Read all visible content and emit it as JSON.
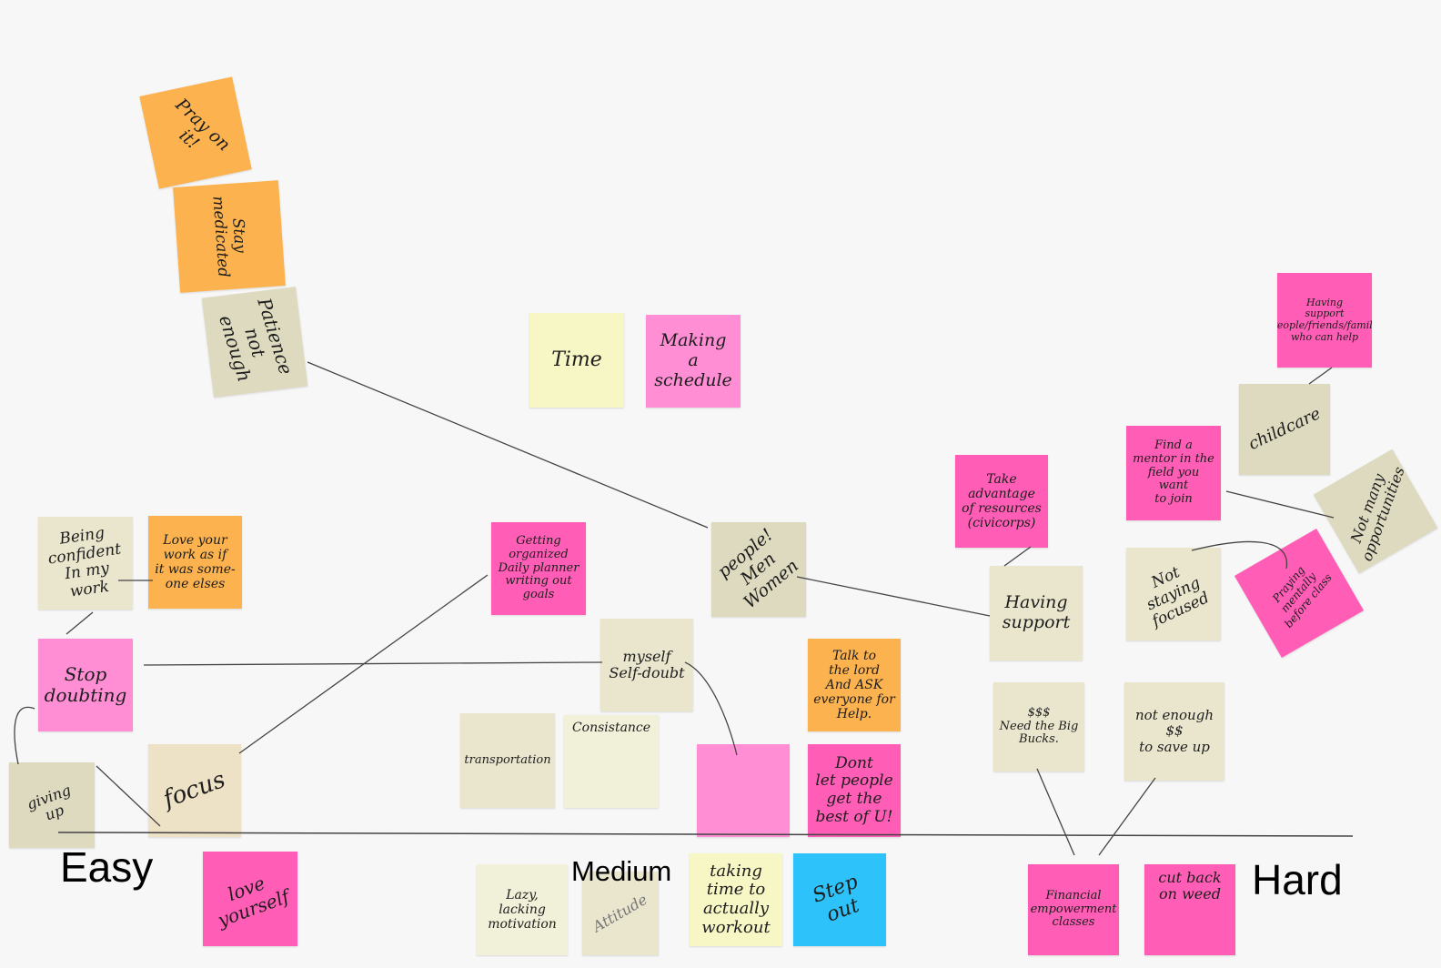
{
  "axis": {
    "easy": "Easy",
    "medium": "Medium",
    "hard": "Hard"
  },
  "colors": {
    "orange": "#fbb24f",
    "pink": "#ff5db6",
    "light_pink": "#ff8ed4",
    "tan": "#dedac0",
    "cream": "#f7f6c5",
    "blue": "#2dc3fa",
    "line": "#444444"
  },
  "notes": {
    "pray_on_it": "Pray on\nit!",
    "stay_medicated": "Stay\nmedicated",
    "patience": "Patience\nnot enough",
    "time": "Time",
    "making_schedule": "Making\na schedule",
    "having_support_people": "Having\nsupport\nPeople/friends/family\nwho can help",
    "childcare": "childcare",
    "find_mentor": "Find a\nmentor in the\nfield you want\nto join",
    "not_many_opportunities": "Not many\nopportunities",
    "take_advantage": "Take\nadvantage\nof resources\n(civicorps)",
    "not_staying_focused": "Not staying\nfocused",
    "praying_mentally": "Praying mentally\nbefore class",
    "being_confident": "Being\nconfident\nIn my\nwork",
    "love_your_work": "Love your\nwork as if\nit was some-\none elses",
    "getting_organized": "Getting\norganized\nDaily planner\nwriting out goals",
    "people_men_women": "people!\nMen\nWomen",
    "having_support": "Having\nsupport",
    "stop_doubting": "Stop\ndoubting",
    "myself_self_doubt": "myself\nSelf-doubt",
    "talk_to_the_lord": "Talk to\nthe lord\nAnd ASK\neveryone for\nHelp.",
    "need_big_bucks": "$$$\nNeed the Big\nBucks.",
    "not_enough_money": "not enough\n$$\nto save up",
    "giving_up": "giving\nup",
    "focus": "focus",
    "transportation": "transportation",
    "consistance": "Consistance",
    "dont_let_people": "Dont\nlet people\nget the\nbest of U!",
    "love_yourself": "love\nyourself",
    "lazy": "Lazy,\nlacking\nmotivation",
    "attitude": "Attitude",
    "taking_time": "taking\ntime to\nactually\nworkout",
    "step_out": "Step\nout",
    "financial_empowerment": "Financial\nempowerment\nclasses",
    "cut_back": "cut back\non weed"
  }
}
